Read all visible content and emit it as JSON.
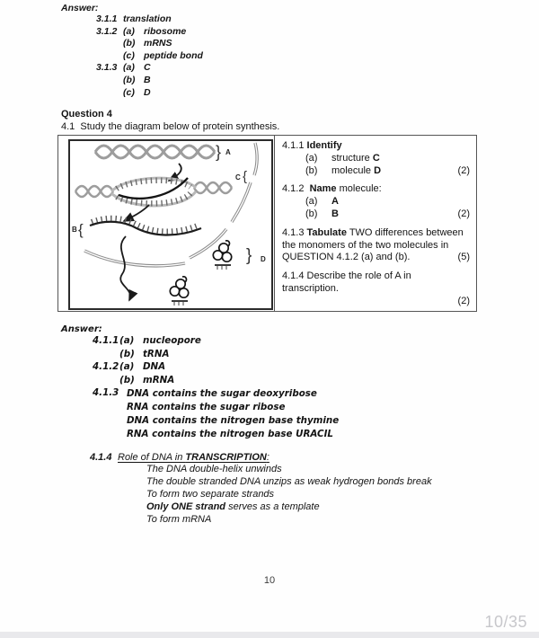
{
  "answer3": {
    "label": "Answer:",
    "rows": [
      {
        "num": "3.1.1",
        "sub": "",
        "text": "translation"
      },
      {
        "num": "3.1.2",
        "sub": "(a)",
        "text": "ribosome"
      },
      {
        "num": "",
        "sub": "(b)",
        "text": "mRNS"
      },
      {
        "num": "",
        "sub": "(c)",
        "text": "peptide bond"
      },
      {
        "num": "3.1.3",
        "sub": "(a)",
        "text": "C"
      },
      {
        "num": "",
        "sub": "(b)",
        "text": "B"
      },
      {
        "num": "",
        "sub": "(c)",
        "text": "D"
      }
    ]
  },
  "question4": {
    "heading": "Question 4",
    "intro": "4.1  Study the diagram below of protein synthesis."
  },
  "diagram": {
    "labels": {
      "a": "A",
      "b": "B",
      "c": "C",
      "d": "D"
    },
    "brace_left": "{",
    "brace_right": "}"
  },
  "panel": {
    "q411": {
      "num": "4.1.1",
      "verb": "Identify",
      "a_sub": "(a)",
      "a_text": "structure",
      "a_key": "C",
      "b_sub": "(b)",
      "b_text": "molecule",
      "b_key": "D",
      "marks": "(2)"
    },
    "q412": {
      "num": "4.1.2",
      "verb": "Name",
      "rest": "molecule:",
      "a_sub": "(a)",
      "a_key": "A",
      "b_sub": "(b)",
      "b_key": "B",
      "marks": "(2)"
    },
    "q413": {
      "num": "4.1.3",
      "verb": "Tabulate",
      "rest": "TWO differences between",
      "line2": "the monomers of the two molecules in",
      "line3": "QUESTION 4.1.2 (a) and (b).",
      "marks": "(5)"
    },
    "q414": {
      "num": "4.1.4",
      "text": "Describe the role of A in transcription.",
      "marks": "(2)"
    }
  },
  "answer4": {
    "label": "Answer:",
    "rows": [
      {
        "num": "4.1.1",
        "sub": "(a)",
        "text": "nucleopore"
      },
      {
        "num": "",
        "sub": "(b)",
        "text": "tRNA"
      },
      {
        "num": "4.1.2",
        "sub": "(a)",
        "text": "DNA"
      },
      {
        "num": "",
        "sub": "(b)",
        "text": "mRNA"
      }
    ],
    "q413": {
      "num": "4.1.3",
      "lines": [
        "DNA contains the sugar deoxyribose",
        "RNA contains the sugar ribose",
        "DNA contains the nitrogen base thymine",
        "RNA contains the nitrogen base URACIL"
      ]
    },
    "q414": {
      "num": "4.1.4",
      "title_pre": "Role of DNA in ",
      "title_key": "TRANSCRIPTION",
      "title_end": ":",
      "lines": [
        "The DNA double-helix unwinds",
        "The double stranded DNA unzips as weak hydrogen bonds break",
        "To form two separate strands"
      ],
      "bold_part": "Only ONE strand",
      "bold_rest": " serves as a template",
      "last": "To form mRNA"
    }
  },
  "footer": {
    "page_number": "10",
    "viewer_indicator": "10/35"
  }
}
